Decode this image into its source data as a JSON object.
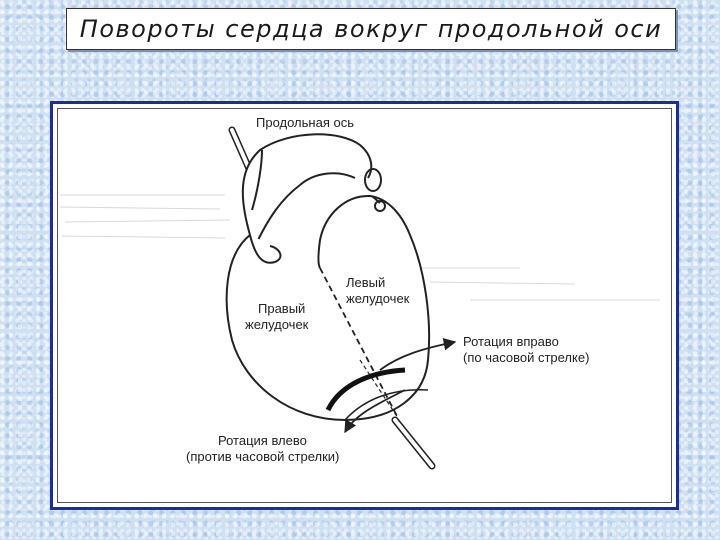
{
  "title": "Повороты сердца вокруг продольной оси",
  "labels": {
    "axis": "Продольная ось",
    "left_ventricle_1": "Левый",
    "left_ventricle_2": "желудочек",
    "right_ventricle_1": "Правый",
    "right_ventricle_2": "желудочек",
    "rotation_right_1": "Ротация вправо",
    "rotation_right_2": "(по часовой стрелке)",
    "rotation_left_1": "Ротация влево",
    "rotation_left_2": "(против часовой стрелки)"
  }
}
